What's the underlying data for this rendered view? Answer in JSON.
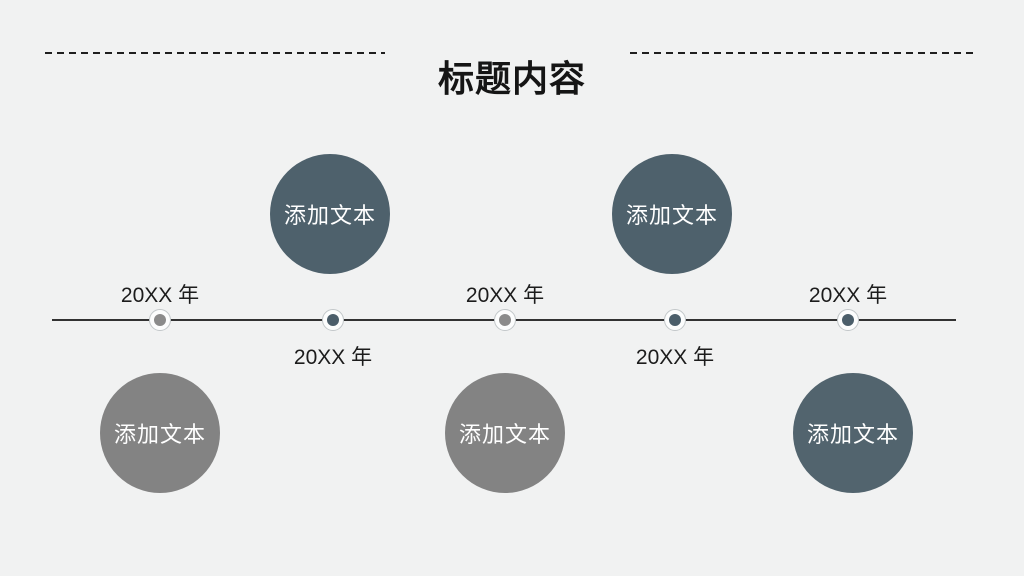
{
  "slide": {
    "background_color": "#f1f2f2",
    "line_color": "#323232",
    "accent_slate": "#4e616c",
    "accent_gray": "#838383"
  },
  "header": {
    "title": "标题内容"
  },
  "timeline": {
    "entries": [
      {
        "year": "20XX 年",
        "year_position": "above",
        "dot_color": "#8b8b8b",
        "placeholder_text": "添加文本",
        "circle_color": "#838383",
        "circle_position": "below-line"
      },
      {
        "year": "20XX 年",
        "year_position": "below",
        "dot_color": "#4b5e6a",
        "placeholder_text": "添加文本",
        "circle_color": "#4e616c",
        "circle_position": "above-line"
      },
      {
        "year": "20XX 年",
        "year_position": "above",
        "dot_color": "#8b8b8b",
        "placeholder_text": "添加文本",
        "circle_color": "#838383",
        "circle_position": "below-line"
      },
      {
        "year": "20XX 年",
        "year_position": "below",
        "dot_color": "#4b5e6a",
        "placeholder_text": "添加文本",
        "circle_color": "#4e616c",
        "circle_position": "above-line"
      },
      {
        "year": "20XX 年",
        "year_position": "above",
        "dot_color": "#4b5e6a",
        "placeholder_text": "添加文本",
        "circle_color": "#52646e",
        "circle_position": "below-line"
      }
    ]
  }
}
